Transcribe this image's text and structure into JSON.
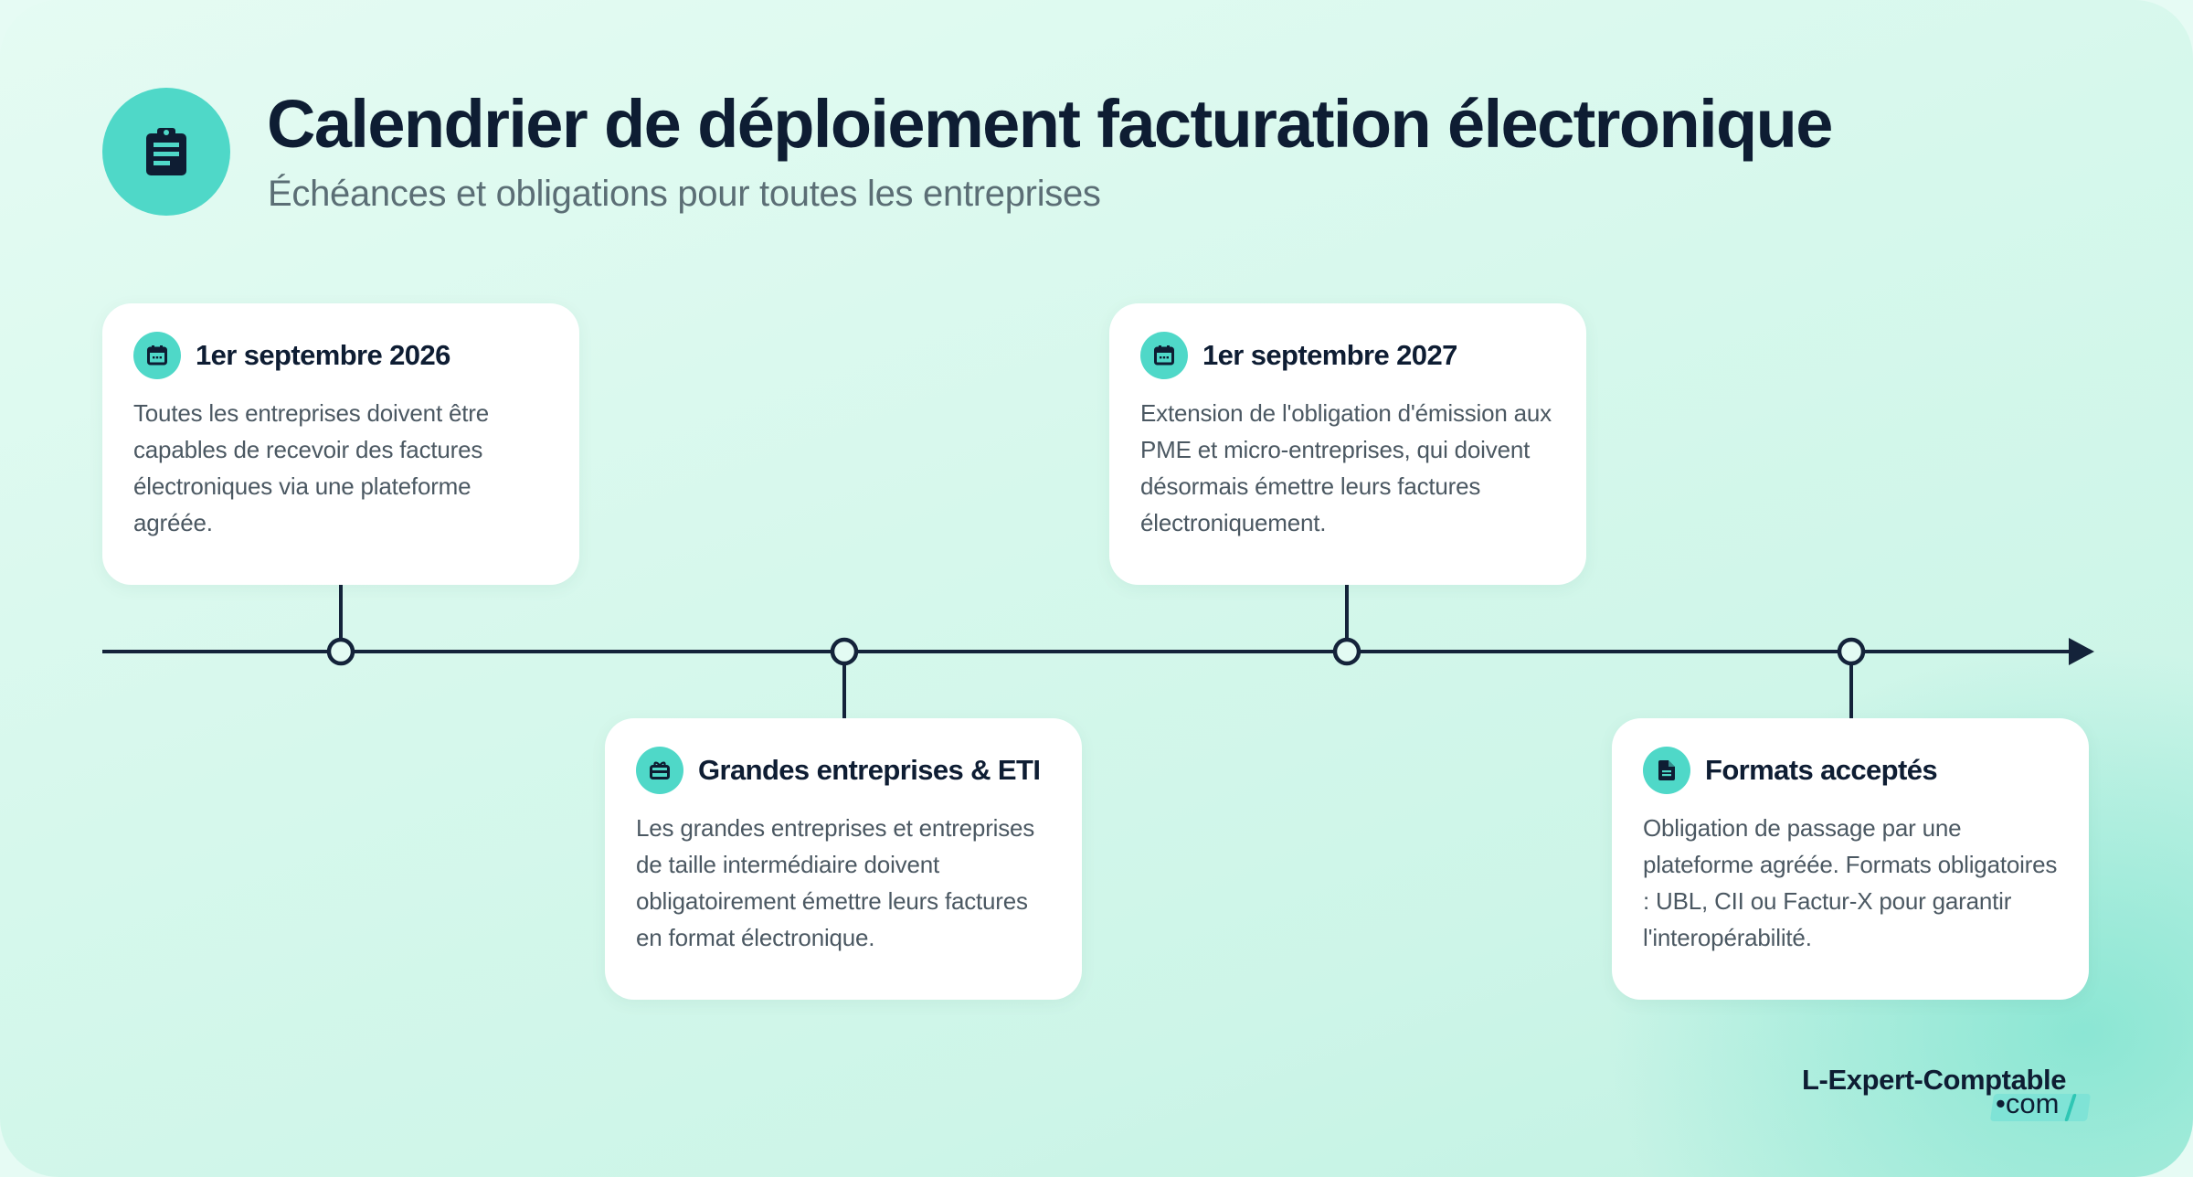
{
  "header": {
    "icon": "clipboard-icon",
    "title": "Calendrier de déploiement facturation électronique",
    "subtitle": "Échéances et obligations pour toutes les entreprises"
  },
  "colors": {
    "accent": "#4fd8c8",
    "dark": "#0e1d33",
    "body_text": "#4b5862",
    "subtitle_text": "#5b6e75",
    "card_bg": "#ffffff",
    "background": "#d6f8ec"
  },
  "timeline": {
    "direction": "left-to-right",
    "milestones": [
      {
        "position": "above",
        "icon": "calendar-icon",
        "title": "1er septembre 2026",
        "body": "Toutes les entreprises doivent être capables de recevoir des factures électroniques via une plateforme agréée."
      },
      {
        "position": "below",
        "icon": "gift-box-icon",
        "title": "Grandes entreprises & ETI",
        "body": "Les grandes entreprises et entreprises de taille intermédiaire doivent obligatoirement émettre leurs factures en format électronique."
      },
      {
        "position": "above",
        "icon": "calendar-icon",
        "title": "1er septembre 2027",
        "body": "Extension de l'obligation d'émission aux PME et micro-entreprises, qui doivent désormais émettre leurs factures électroniquement."
      },
      {
        "position": "below",
        "icon": "document-icon",
        "title": "Formats acceptés",
        "body": "Obligation de passage par une plateforme agréée. Formats obligatoires : UBL, CII ou Factur-X pour garantir l'interopérabilité."
      }
    ]
  },
  "logo": {
    "name": "L-Expert-Comptable",
    "suffix": "•com"
  }
}
